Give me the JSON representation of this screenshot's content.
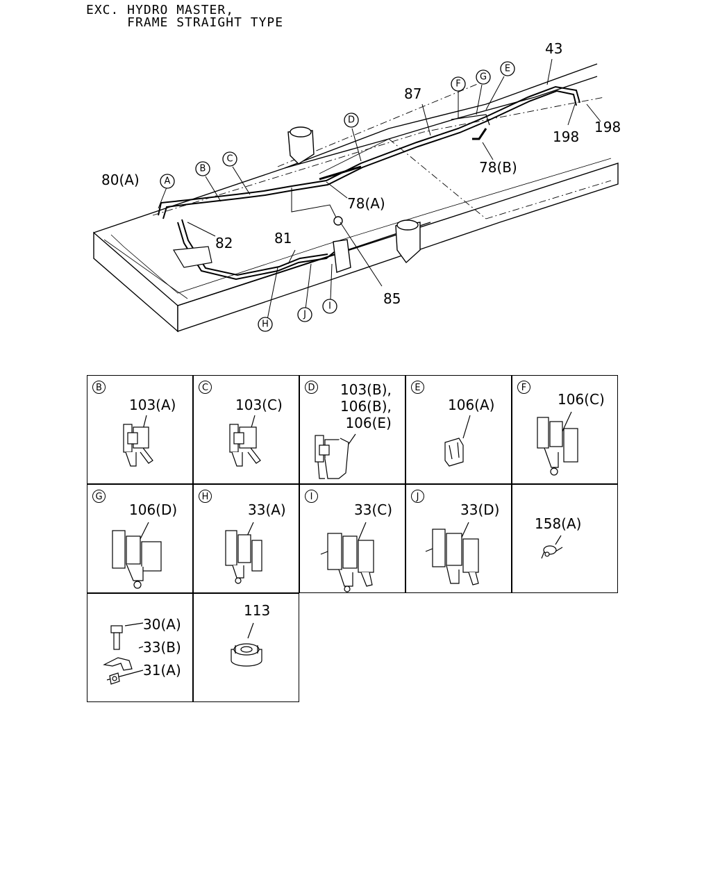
{
  "title": {
    "line1": "EXC. HYDRO MASTER,",
    "line2": "     FRAME STRAIGHT TYPE"
  },
  "callouts": {
    "c43": "43",
    "c87": "87",
    "c198a": "198",
    "c198b": "198",
    "c78b": "78(B)",
    "c78a": "78(A)",
    "c80a": "80(A)",
    "c82": "82",
    "c81": "81",
    "c85": "85"
  },
  "ref_letters": {
    "A": "A",
    "B": "B",
    "C": "C",
    "D": "D",
    "E": "E",
    "F": "F",
    "G": "G",
    "H": "H",
    "I": "I",
    "J": "J"
  },
  "detail_cells": [
    {
      "letter": "B",
      "parts": "103(A)"
    },
    {
      "letter": "C",
      "parts": "103(C)"
    },
    {
      "letter": "D",
      "parts": "103(B),\n106(B),\n106(E)"
    },
    {
      "letter": "E",
      "parts": "106(A)"
    },
    {
      "letter": "F",
      "parts": "106(C)"
    },
    {
      "letter": "G",
      "parts": "106(D)"
    },
    {
      "letter": "H",
      "parts": "33(A)"
    },
    {
      "letter": "I",
      "parts": "33(C)"
    },
    {
      "letter": "J",
      "parts": "33(D)"
    },
    {
      "letter": "",
      "parts": "158(A)"
    },
    {
      "letter": "",
      "parts": "30(A)\n33(B)\n31(A)"
    },
    {
      "letter": "",
      "parts": "113"
    }
  ]
}
